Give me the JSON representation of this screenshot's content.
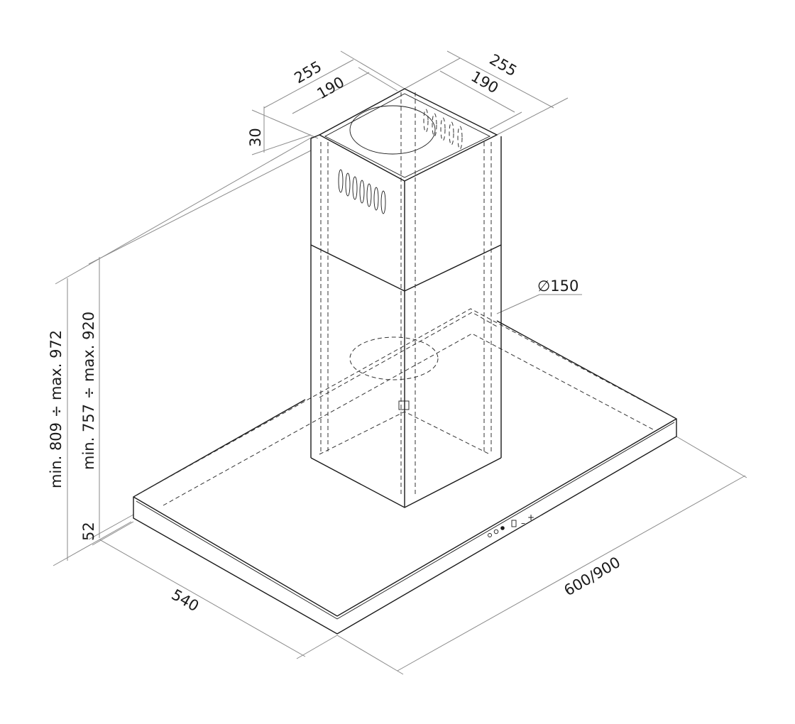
{
  "drawing": {
    "labels": {
      "chimney_width_outer_left": "255",
      "chimney_width_inner_left": "190",
      "chimney_width_outer_right": "255",
      "chimney_width_inner_right": "190",
      "top_bracket_height": "30",
      "duct_diameter": "∅150",
      "total_height": "min. 809 ÷ max. 972",
      "chimney_height": "min. 757 ÷ max. 920",
      "hood_thickness": "52",
      "hood_depth": "540",
      "hood_width": "600/900"
    },
    "control_panel": {
      "minus": "–",
      "plus": "+"
    }
  }
}
